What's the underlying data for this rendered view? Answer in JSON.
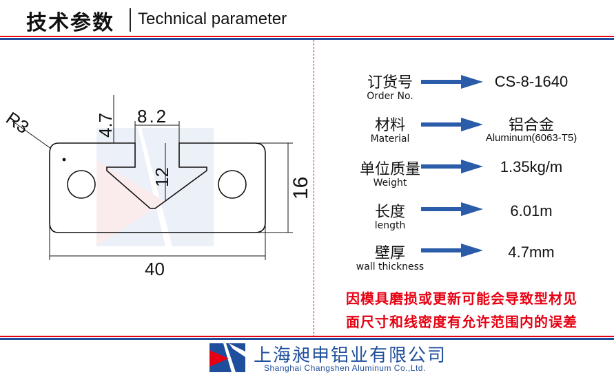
{
  "header": {
    "title_zh": "技术参数",
    "title_en": "Technical parameter"
  },
  "drawing": {
    "dim_radius": "R3",
    "dim_wall": "4.7",
    "dim_slot_width": "8.2",
    "dim_slot_depth": "12",
    "dim_height": "16",
    "dim_width": "40"
  },
  "params": [
    {
      "label_zh": "订货号",
      "label_en": "Order No.",
      "value": "CS-8-1640",
      "value_sub": ""
    },
    {
      "label_zh": "材料",
      "label_en": "Material",
      "value": "铝合金",
      "value_sub": "Aluminum(6063-T5)"
    },
    {
      "label_zh": "单位质量",
      "label_en": "Weight",
      "value": "1.35kg/m",
      "value_sub": ""
    },
    {
      "label_zh": "长度",
      "label_en": "length",
      "value": "6.01m",
      "value_sub": ""
    },
    {
      "label_zh": "壁厚",
      "label_en": "wall thickness",
      "value": "4.7mm",
      "value_sub": ""
    }
  ],
  "notice": {
    "line1": "因模具磨损或更新可能会导致型材见",
    "line2": "面尺寸和线密度有允许范围内的误差"
  },
  "footer": {
    "company_zh": "上海昶申铝业有限公司",
    "company_en": "Shanghai  Changshen Aluminum  Co.,Ltd."
  },
  "colors": {
    "brand_blue": "#1f4e9c",
    "accent_red": "#e60012",
    "arrow_blue": "#2a5caa"
  }
}
